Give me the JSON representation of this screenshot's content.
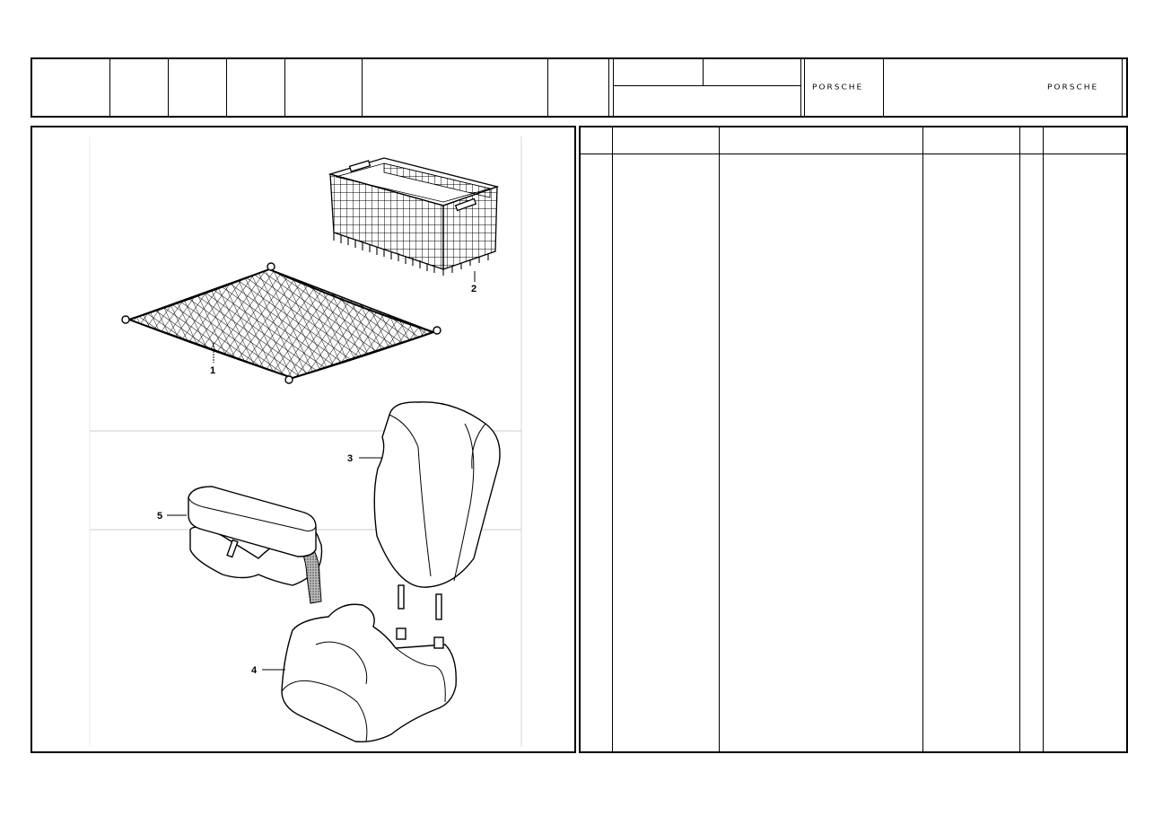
{
  "header": {
    "brand_left": "PORSCHE",
    "brand_right": "PORSCHE"
  },
  "figure": {
    "callouts": [
      "1",
      "2",
      "3",
      "4",
      "5"
    ]
  },
  "parts_table": {
    "columns": [
      "",
      "",
      "",
      "",
      "",
      "",
      ""
    ],
    "rows": []
  }
}
